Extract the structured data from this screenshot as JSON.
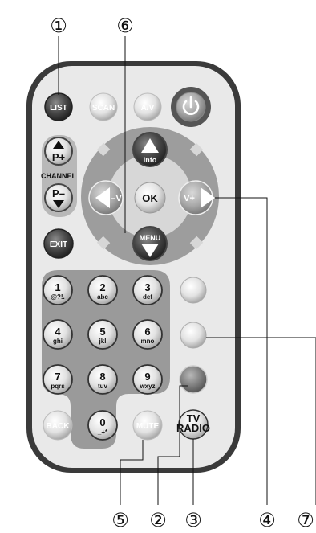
{
  "callouts": {
    "c1": "①",
    "c2": "②",
    "c3": "③",
    "c4": "④",
    "c5": "⑤",
    "c6": "⑥",
    "c7": "⑦"
  },
  "buttons": {
    "list": "LIST",
    "scan": "SCAN",
    "av": "A/V",
    "p_plus": "P+",
    "channel": "CHANNEL",
    "p_minus": "P–",
    "info": "info",
    "v_minus": "–V",
    "ok": "OK",
    "v_plus": "V+",
    "menu": "MENU",
    "exit": "EXIT",
    "back": "BACK",
    "mute": "MUTE",
    "tv": "TV",
    "radio": "RADIO"
  },
  "keypad": [
    {
      "digit": "1",
      "letters": "@?!."
    },
    {
      "digit": "2",
      "letters": "abc"
    },
    {
      "digit": "3",
      "letters": "def"
    },
    {
      "digit": "4",
      "letters": "ghi"
    },
    {
      "digit": "5",
      "letters": "jkl"
    },
    {
      "digit": "6",
      "letters": "mno"
    },
    {
      "digit": "7",
      "letters": "pqrs"
    },
    {
      "digit": "8",
      "letters": "tuv"
    },
    {
      "digit": "9",
      "letters": "wxyz"
    },
    {
      "digit": "0",
      "letters": "_+*"
    }
  ],
  "icons": {
    "power": "power-icon",
    "arrows": [
      "up-arrow-icon",
      "down-arrow-icon",
      "left-arrow-icon",
      "right-arrow-icon"
    ]
  },
  "colors": {
    "body": "#e6e6e6",
    "panel": "#9a9a9a",
    "dark_button": "#4a4a4a",
    "light_button": "#c8c8c8",
    "gray_button": "#7e7e7e"
  }
}
